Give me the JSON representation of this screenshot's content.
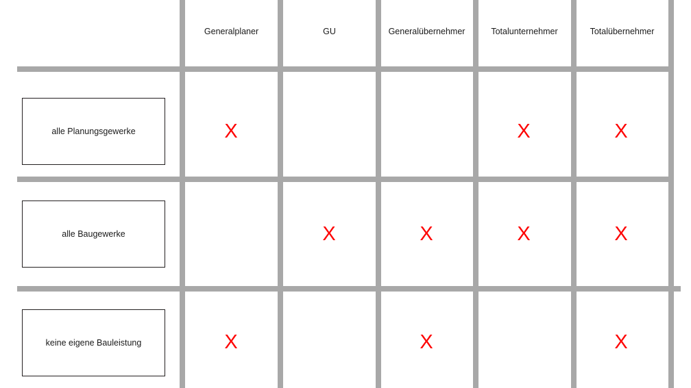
{
  "diagram": {
    "type": "matrix-table",
    "title": "",
    "mark_glyph": "X",
    "mark_color": "#fe0000",
    "gridline_color": "#a8a8a8",
    "box_border_color": "#231f20",
    "text_color": "#1a1a1a",
    "background_color": "#ffffff"
  },
  "columns": [
    {
      "label": "Generalplaner"
    },
    {
      "label": "GU"
    },
    {
      "label": "Generalübernehmer"
    },
    {
      "label": "Totalunternehmer"
    },
    {
      "label": "Totalübernehmer"
    }
  ],
  "rows": [
    {
      "label": "alle Planungsgewerke"
    },
    {
      "label": "alle Baugewerke"
    },
    {
      "label": "keine eigene Bauleistung"
    }
  ],
  "matrix": [
    {
      "row": "alle Planungsgewerke",
      "marks": [
        true,
        false,
        false,
        true,
        true
      ]
    },
    {
      "row": "alle Baugewerke",
      "marks": [
        false,
        true,
        true,
        true,
        true
      ]
    },
    {
      "row": "keine eigene Bauleistung",
      "marks": [
        true,
        false,
        true,
        false,
        true
      ]
    }
  ],
  "geometry": {
    "vlines_x": [
      262,
      405,
      548,
      690,
      833,
      975
    ],
    "hlines_y": [
      97,
      258,
      418
    ],
    "column_centers_x": [
      337,
      480,
      622,
      764,
      906
    ],
    "row_centers_y": [
      192,
      342,
      500
    ],
    "row_box_tops": [
      143,
      293,
      452
    ]
  }
}
